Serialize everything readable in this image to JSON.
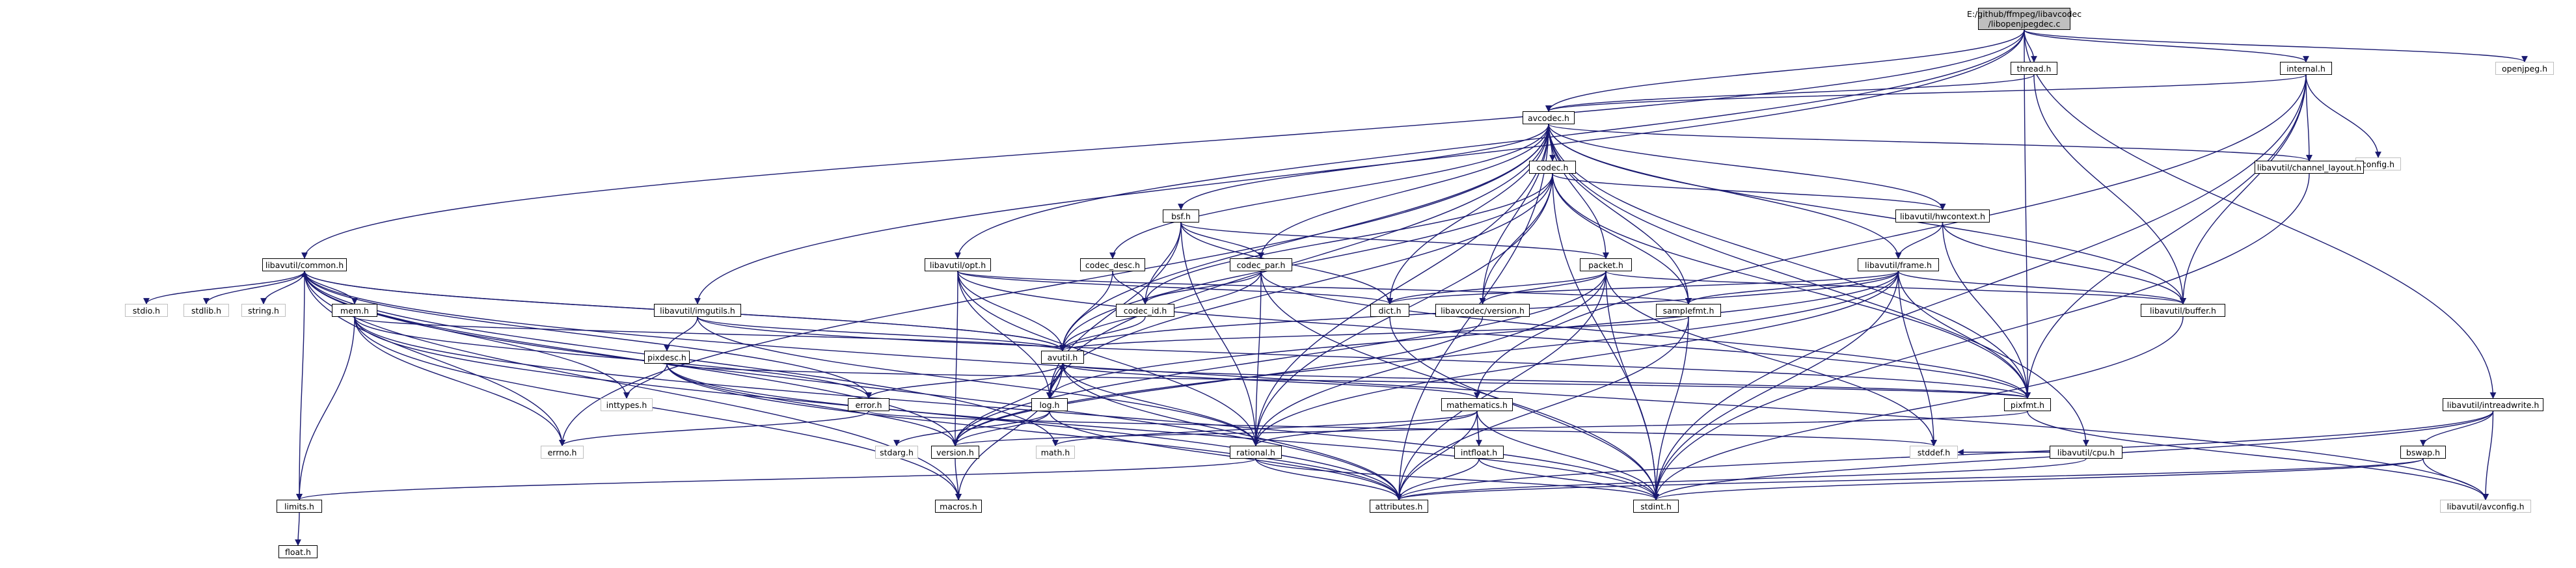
{
  "diagram": {
    "type": "include-dependency-graph",
    "root": "openjpegdec",
    "nodes": [
      {
        "id": "openjpegdec",
        "label": "E:/github/ffmpeg/libavcodec\n/libopenjpegdec.c",
        "kind": "root"
      },
      {
        "id": "thread",
        "label": "thread.h",
        "kind": "doc"
      },
      {
        "id": "internal",
        "label": "internal.h",
        "kind": "doc"
      },
      {
        "id": "openjpeg",
        "label": "openjpeg.h",
        "kind": "ext"
      },
      {
        "id": "avcodec",
        "label": "avcodec.h",
        "kind": "doc"
      },
      {
        "id": "config",
        "label": "config.h",
        "kind": "ext"
      },
      {
        "id": "codec",
        "label": "codec.h",
        "kind": "doc"
      },
      {
        "id": "channel_layout",
        "label": "libavutil/channel_layout.h",
        "kind": "doc"
      },
      {
        "id": "bsf",
        "label": "bsf.h",
        "kind": "doc"
      },
      {
        "id": "hwcontext",
        "label": "libavutil/hwcontext.h",
        "kind": "doc"
      },
      {
        "id": "common",
        "label": "libavutil/common.h",
        "kind": "doc"
      },
      {
        "id": "opt",
        "label": "libavutil/opt.h",
        "kind": "doc"
      },
      {
        "id": "codec_desc",
        "label": "codec_desc.h",
        "kind": "doc"
      },
      {
        "id": "codec_par",
        "label": "codec_par.h",
        "kind": "doc"
      },
      {
        "id": "packet",
        "label": "packet.h",
        "kind": "doc"
      },
      {
        "id": "frame",
        "label": "libavutil/frame.h",
        "kind": "doc"
      },
      {
        "id": "samplefmt",
        "label": "samplefmt.h",
        "kind": "doc"
      },
      {
        "id": "buffer",
        "label": "libavutil/buffer.h",
        "kind": "doc"
      },
      {
        "id": "stdio",
        "label": "stdio.h",
        "kind": "ext"
      },
      {
        "id": "stdlib",
        "label": "stdlib.h",
        "kind": "ext"
      },
      {
        "id": "string",
        "label": "string.h",
        "kind": "ext"
      },
      {
        "id": "mem",
        "label": "mem.h",
        "kind": "doc"
      },
      {
        "id": "imgutils",
        "label": "libavutil/imgutils.h",
        "kind": "doc"
      },
      {
        "id": "codec_id",
        "label": "codec_id.h",
        "kind": "doc"
      },
      {
        "id": "dict",
        "label": "dict.h",
        "kind": "doc"
      },
      {
        "id": "lavc_version",
        "label": "libavcodec/version.h",
        "kind": "doc"
      },
      {
        "id": "pixdesc",
        "label": "pixdesc.h",
        "kind": "doc"
      },
      {
        "id": "avutil",
        "label": "avutil.h",
        "kind": "doc"
      },
      {
        "id": "inttypes",
        "label": "inttypes.h",
        "kind": "ext"
      },
      {
        "id": "error",
        "label": "error.h",
        "kind": "doc"
      },
      {
        "id": "log",
        "label": "log.h",
        "kind": "doc"
      },
      {
        "id": "mathematics",
        "label": "mathematics.h",
        "kind": "doc"
      },
      {
        "id": "pixfmt",
        "label": "pixfmt.h",
        "kind": "doc"
      },
      {
        "id": "cpu",
        "label": "libavutil/cpu.h",
        "kind": "doc"
      },
      {
        "id": "intreadwrite",
        "label": "libavutil/intreadwrite.h",
        "kind": "doc"
      },
      {
        "id": "intfloat",
        "label": "intfloat.h",
        "kind": "doc"
      },
      {
        "id": "errno",
        "label": "errno.h",
        "kind": "ext"
      },
      {
        "id": "stdarg",
        "label": "stdarg.h",
        "kind": "ext"
      },
      {
        "id": "version",
        "label": "version.h",
        "kind": "doc"
      },
      {
        "id": "math",
        "label": "math.h",
        "kind": "ext"
      },
      {
        "id": "rational",
        "label": "rational.h",
        "kind": "doc"
      },
      {
        "id": "stddef",
        "label": "stddef.h",
        "kind": "ext"
      },
      {
        "id": "bswap",
        "label": "bswap.h",
        "kind": "doc"
      },
      {
        "id": "limits",
        "label": "limits.h",
        "kind": "doc"
      },
      {
        "id": "macros",
        "label": "macros.h",
        "kind": "doc"
      },
      {
        "id": "attributes",
        "label": "attributes.h",
        "kind": "doc"
      },
      {
        "id": "stdint",
        "label": "stdint.h",
        "kind": "doc"
      },
      {
        "id": "avconfig",
        "label": "libavutil/avconfig.h",
        "kind": "ext"
      },
      {
        "id": "float",
        "label": "float.h",
        "kind": "doc"
      }
    ],
    "edges": [
      [
        "openjpegdec",
        "thread"
      ],
      [
        "openjpegdec",
        "internal"
      ],
      [
        "openjpegdec",
        "openjpeg"
      ],
      [
        "openjpegdec",
        "avcodec"
      ],
      [
        "openjpegdec",
        "common"
      ],
      [
        "openjpegdec",
        "opt"
      ],
      [
        "openjpegdec",
        "imgutils"
      ],
      [
        "openjpegdec",
        "intreadwrite"
      ],
      [
        "openjpegdec",
        "pixfmt"
      ],
      [
        "thread",
        "avcodec"
      ],
      [
        "thread",
        "buffer"
      ],
      [
        "internal",
        "avcodec"
      ],
      [
        "internal",
        "config"
      ],
      [
        "internal",
        "channel_layout"
      ],
      [
        "internal",
        "buffer"
      ],
      [
        "internal",
        "pixfmt"
      ],
      [
        "internal",
        "mathematics"
      ],
      [
        "internal",
        "stdint"
      ],
      [
        "avcodec",
        "codec"
      ],
      [
        "avcodec",
        "channel_layout"
      ],
      [
        "avcodec",
        "bsf"
      ],
      [
        "avcodec",
        "hwcontext"
      ],
      [
        "avcodec",
        "codec_desc"
      ],
      [
        "avcodec",
        "codec_par"
      ],
      [
        "avcodec",
        "packet"
      ],
      [
        "avcodec",
        "frame"
      ],
      [
        "avcodec",
        "samplefmt"
      ],
      [
        "avcodec",
        "buffer"
      ],
      [
        "avcodec",
        "dict"
      ],
      [
        "avcodec",
        "lavc_version"
      ],
      [
        "avcodec",
        "avutil"
      ],
      [
        "avcodec",
        "cpu"
      ],
      [
        "avcodec",
        "log"
      ],
      [
        "avcodec",
        "pixfmt"
      ],
      [
        "avcodec",
        "attributes"
      ],
      [
        "avcodec",
        "rational"
      ],
      [
        "avcodec",
        "errno"
      ],
      [
        "codec",
        "hwcontext"
      ],
      [
        "codec",
        "codec_id"
      ],
      [
        "codec",
        "avutil"
      ],
      [
        "codec",
        "log"
      ],
      [
        "codec",
        "pixfmt"
      ],
      [
        "codec",
        "rational"
      ],
      [
        "codec",
        "samplefmt"
      ],
      [
        "codec",
        "lavc_version"
      ],
      [
        "codec",
        "stdint"
      ],
      [
        "channel_layout",
        "stdint"
      ],
      [
        "bsf",
        "codec_id"
      ],
      [
        "bsf",
        "codec_par"
      ],
      [
        "bsf",
        "packet"
      ],
      [
        "bsf",
        "dict"
      ],
      [
        "bsf",
        "log"
      ],
      [
        "bsf",
        "rational"
      ],
      [
        "hwcontext",
        "frame"
      ],
      [
        "hwcontext",
        "buffer"
      ],
      [
        "hwcontext",
        "pixfmt"
      ],
      [
        "common",
        "stdio"
      ],
      [
        "common",
        "stdlib"
      ],
      [
        "common",
        "string"
      ],
      [
        "common",
        "mem"
      ],
      [
        "common",
        "inttypes"
      ],
      [
        "common",
        "errno"
      ],
      [
        "common",
        "limits"
      ],
      [
        "common",
        "math"
      ],
      [
        "common",
        "attributes"
      ],
      [
        "common",
        "macros"
      ],
      [
        "common",
        "version"
      ],
      [
        "common",
        "error"
      ],
      [
        "common",
        "avutil"
      ],
      [
        "common",
        "avconfig"
      ],
      [
        "opt",
        "dict"
      ],
      [
        "opt",
        "avutil"
      ],
      [
        "opt",
        "log"
      ],
      [
        "opt",
        "pixfmt"
      ],
      [
        "opt",
        "samplefmt"
      ],
      [
        "opt",
        "rational"
      ],
      [
        "opt",
        "version"
      ],
      [
        "codec_desc",
        "codec_id"
      ],
      [
        "codec_desc",
        "avutil"
      ],
      [
        "codec_par",
        "codec_id"
      ],
      [
        "codec_par",
        "avutil"
      ],
      [
        "codec_par",
        "pixfmt"
      ],
      [
        "codec_par",
        "rational"
      ],
      [
        "codec_par",
        "stdint"
      ],
      [
        "packet",
        "dict"
      ],
      [
        "packet",
        "buffer"
      ],
      [
        "packet",
        "attributes"
      ],
      [
        "packet",
        "lavc_version"
      ],
      [
        "packet",
        "rational"
      ],
      [
        "packet",
        "stddef"
      ],
      [
        "packet",
        "version"
      ],
      [
        "packet",
        "stdint"
      ],
      [
        "frame",
        "buffer"
      ],
      [
        "frame",
        "samplefmt"
      ],
      [
        "frame",
        "dict"
      ],
      [
        "frame",
        "avutil"
      ],
      [
        "frame",
        "pixfmt"
      ],
      [
        "frame",
        "rational"
      ],
      [
        "frame",
        "log"
      ],
      [
        "frame",
        "version"
      ],
      [
        "frame",
        "stddef"
      ],
      [
        "frame",
        "stdint"
      ],
      [
        "samplefmt",
        "avutil"
      ],
      [
        "samplefmt",
        "attributes"
      ],
      [
        "samplefmt",
        "stdint"
      ],
      [
        "buffer",
        "stdint"
      ],
      [
        "mem",
        "limits"
      ],
      [
        "mem",
        "attributes"
      ],
      [
        "mem",
        "stdint"
      ],
      [
        "mem",
        "error"
      ],
      [
        "mem",
        "avutil"
      ],
      [
        "mem",
        "errno"
      ],
      [
        "mem",
        "macros"
      ],
      [
        "imgutils",
        "pixdesc"
      ],
      [
        "imgutils",
        "avutil"
      ],
      [
        "imgutils",
        "pixfmt"
      ],
      [
        "imgutils",
        "rational"
      ],
      [
        "pixdesc",
        "inttypes"
      ],
      [
        "pixdesc",
        "attributes"
      ],
      [
        "pixdesc",
        "pixfmt"
      ],
      [
        "pixdesc",
        "version"
      ],
      [
        "pixdesc",
        "stdint"
      ],
      [
        "avutil",
        "common"
      ],
      [
        "avutil",
        "error"
      ],
      [
        "avutil",
        "log"
      ],
      [
        "avutil",
        "mathematics"
      ],
      [
        "avutil",
        "pixfmt"
      ],
      [
        "avutil",
        "rational"
      ],
      [
        "avutil",
        "version"
      ],
      [
        "avutil",
        "attributes"
      ],
      [
        "avutil",
        "macros"
      ],
      [
        "error",
        "errno"
      ],
      [
        "error",
        "stddef"
      ],
      [
        "log",
        "stdarg"
      ],
      [
        "log",
        "version"
      ],
      [
        "log",
        "attributes"
      ],
      [
        "log",
        "avutil"
      ],
      [
        "mathematics",
        "stdint"
      ],
      [
        "mathematics",
        "math"
      ],
      [
        "mathematics",
        "attributes"
      ],
      [
        "mathematics",
        "rational"
      ],
      [
        "mathematics",
        "intfloat"
      ],
      [
        "pixfmt",
        "avconfig"
      ],
      [
        "pixfmt",
        "version"
      ],
      [
        "cpu",
        "stddef"
      ],
      [
        "cpu",
        "attributes"
      ],
      [
        "intreadwrite",
        "stdint"
      ],
      [
        "intreadwrite",
        "avconfig"
      ],
      [
        "intreadwrite",
        "attributes"
      ],
      [
        "intreadwrite",
        "bswap"
      ],
      [
        "intfloat",
        "stdint"
      ],
      [
        "intfloat",
        "attributes"
      ],
      [
        "version",
        "macros"
      ],
      [
        "rational",
        "stdint"
      ],
      [
        "rational",
        "limits"
      ],
      [
        "rational",
        "attributes"
      ],
      [
        "bswap",
        "stdint"
      ],
      [
        "bswap",
        "avconfig"
      ],
      [
        "bswap",
        "attributes"
      ],
      [
        "limits",
        "float"
      ],
      [
        "dict",
        "stdint"
      ],
      [
        "codec_id",
        "avutil"
      ],
      [
        "lavc_version",
        "version"
      ]
    ]
  }
}
